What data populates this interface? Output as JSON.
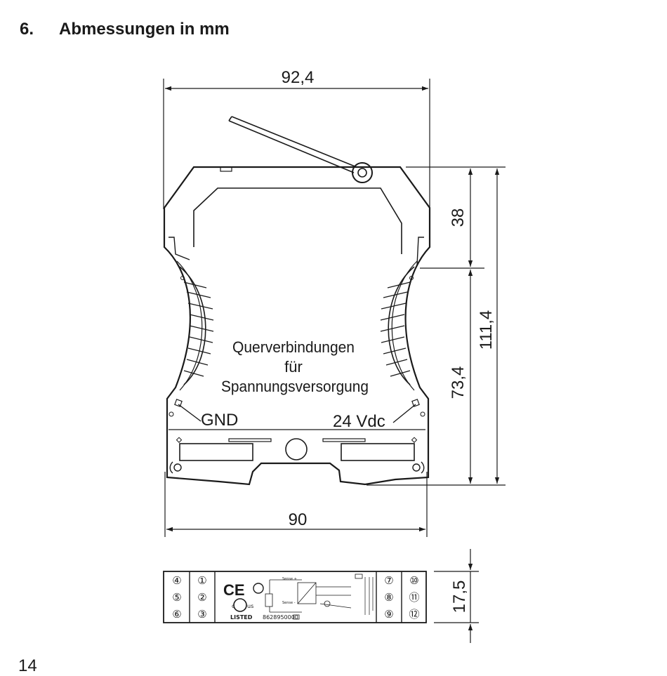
{
  "page": {
    "section_number": "6.",
    "section_title": "Abmessungen in mm",
    "page_number": "14"
  },
  "dimensions": {
    "width_top": "92,4",
    "width_bottom": "90",
    "height_upper": "38",
    "height_lower": "73,4",
    "height_total": "111,4",
    "depth": "17,5"
  },
  "labels": {
    "cross_line1": "Querverbindungen",
    "cross_line2": "für",
    "cross_line3": "Spannungsversorgung",
    "gnd": "GND",
    "supply": "24 Vdc"
  },
  "front_panel": {
    "terminals_left_a": [
      "④",
      "⑤",
      "⑥"
    ],
    "terminals_left_b": [
      "①",
      "②",
      "③"
    ],
    "terminals_right_a": [
      "⑦",
      "⑧",
      "⑨"
    ],
    "terminals_right_b": [
      "⑩",
      "⑪",
      "⑫"
    ],
    "ce_mark": "CE",
    "listed": "LISTED",
    "article_number": "8628950000",
    "ul_prefix": "c",
    "ul_suffix": "us",
    "sense_plus": "Sense +",
    "sense_minus": "Sense -"
  }
}
